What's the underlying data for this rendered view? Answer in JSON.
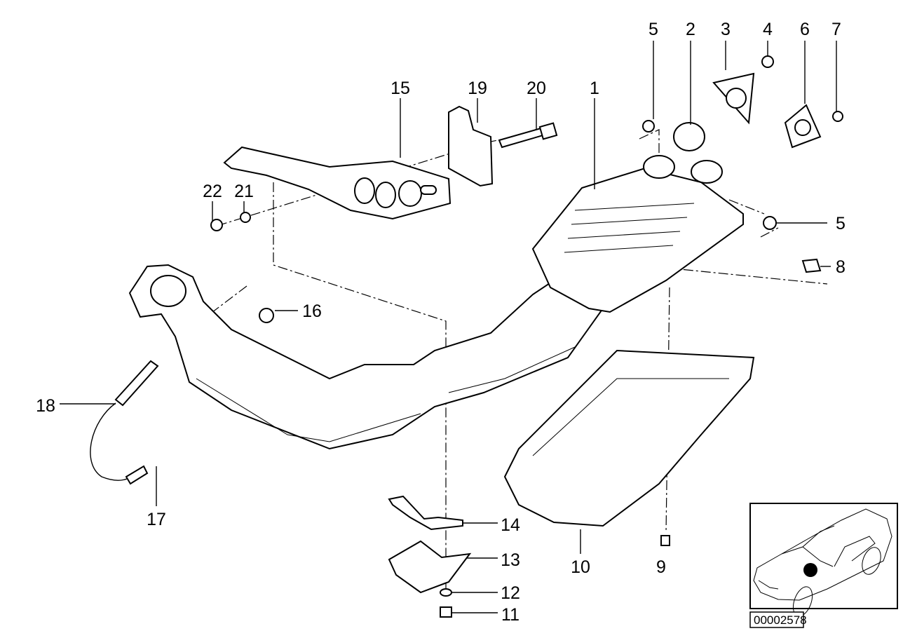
{
  "diagram": {
    "callouts": {
      "c1": "1",
      "c2": "2",
      "c3": "3",
      "c4": "4",
      "c5a": "5",
      "c5b": "5",
      "c6": "6",
      "c7": "7",
      "c8": "8",
      "c9": "9",
      "c10": "10",
      "c11": "11",
      "c12": "12",
      "c13": "13",
      "c14": "14",
      "c15": "15",
      "c16": "16",
      "c17": "17",
      "c18": "18",
      "c19": "19",
      "c20": "20",
      "c21": "21",
      "c22": "22"
    },
    "reference_number": "00002578"
  }
}
